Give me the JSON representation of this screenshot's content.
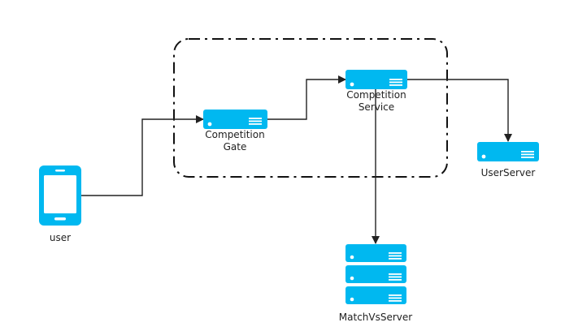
{
  "nodes": {
    "user": {
      "label": "user",
      "icon": "smartphone-icon"
    },
    "gate": {
      "label_lines": [
        "Competition",
        "Gate"
      ],
      "icon": "server-icon"
    },
    "service": {
      "label_lines": [
        "Competition",
        "Service"
      ],
      "icon": "server-icon"
    },
    "user_server": {
      "label": "UserServer",
      "icon": "server-icon"
    },
    "match_server": {
      "label": "MatchVsServer",
      "icon": "server-stack-icon"
    }
  },
  "group": {
    "style": "dash-dot-rounded-box"
  },
  "edges": [
    {
      "from": "user",
      "to": "gate"
    },
    {
      "from": "gate",
      "to": "service"
    },
    {
      "from": "service",
      "to": "user_server"
    },
    {
      "from": "service",
      "to": "match_server"
    }
  ],
  "colors": {
    "icon_fill": "#00B8F0",
    "icon_detail": "#FFFFFF",
    "line": "#222222",
    "text": "#222222"
  }
}
